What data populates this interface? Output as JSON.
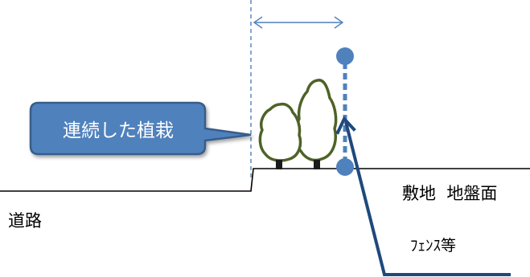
{
  "labels": {
    "callout": "連続した植栽",
    "road": "道路",
    "site_ground": "敷地  地盤面",
    "fence": "ﾌｪﾝｽ等"
  },
  "colors": {
    "callout_fill": "#4f81bd",
    "callout_border": "#385d8a",
    "dashed_line": "#4f81bd",
    "arrow": "#4f81bd",
    "fence_dots": "#4f81bd",
    "leader_line": "#1f497d",
    "tree_outline": "#4f6228",
    "tree_trunk": "#1a1a1a",
    "ground_line": "#000000"
  }
}
